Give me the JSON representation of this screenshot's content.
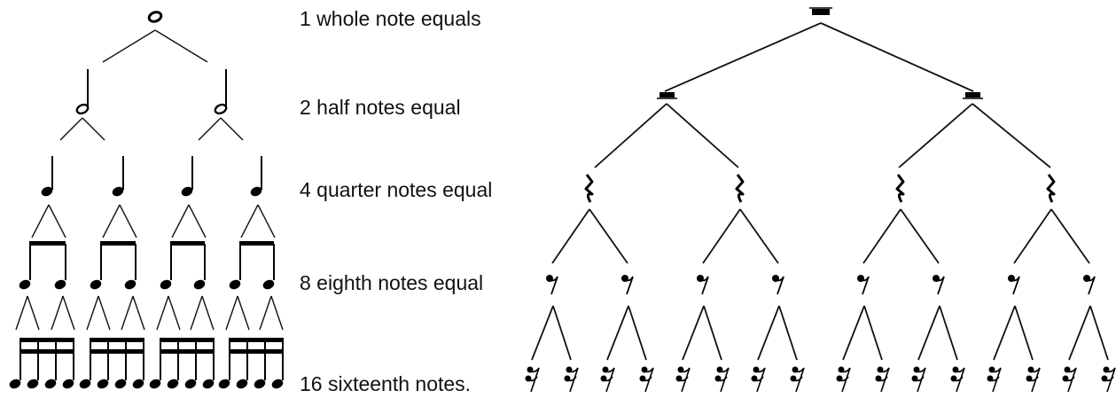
{
  "labels": [
    "1 whole note equals",
    "2 half notes equal",
    "4 quarter notes equal",
    "8 eighth notes equal",
    "16 sixteenth notes."
  ],
  "note_tree": {
    "levels": [
      "whole",
      "half",
      "quarter",
      "eighth",
      "sixteenth"
    ],
    "counts": [
      1,
      2,
      4,
      8,
      16
    ]
  },
  "rest_tree": {
    "levels": [
      "whole-rest",
      "half-rest",
      "quarter-rest",
      "eighth-rest",
      "sixteenth-rest"
    ],
    "counts": [
      1,
      2,
      4,
      8,
      16
    ]
  },
  "colors": {
    "ink": "#000000",
    "background": "#ffffff"
  }
}
